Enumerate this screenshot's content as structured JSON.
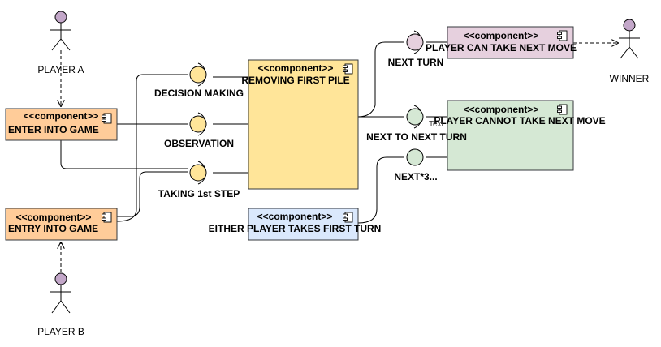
{
  "actors": {
    "player_a": "PLAYER A",
    "player_b": "PLAYER B",
    "winner": "WINNER"
  },
  "stereotype": "<<component>>",
  "components": {
    "enter_into_game": "ENTER INTO GAME",
    "entry_into_game": "ENTRY INTO GAME",
    "removing_first_pile": "REMOVING FIRST PILE",
    "either_player_first_turn": "EITHER PLAYER TAKES FIRST TURN",
    "can_take_next_move": "PLAYER CAN TAKE NEXT MOVE",
    "cannot_take_next_move": "PLAYER CANNOT TAKE NEXT MOVE"
  },
  "interfaces": {
    "decision_making": "DECISION MAKING",
    "observation": "OBSERVATION",
    "taking_first_step": "TAKING 1st STEP",
    "next_turn": "NEXT TURN",
    "next_to_next_turn": "NEXT TO NEXT TURN",
    "next_3": "NEXT*3..."
  },
  "stray_text": "Text",
  "colors": {
    "orange_fill": "#ffcc99",
    "orange_stroke": "#36393d",
    "yellow_fill": "#ffe599",
    "yellow_stroke": "#36393d",
    "blue_fill": "#dae8fc",
    "pink_fill": "#e6d0de",
    "green_fill": "#d5e8d4",
    "actor_head": "#c3a7c9",
    "interface_yellow": "#ffe599",
    "interface_pink": "#e6d0de",
    "interface_green": "#d5e8d4"
  }
}
